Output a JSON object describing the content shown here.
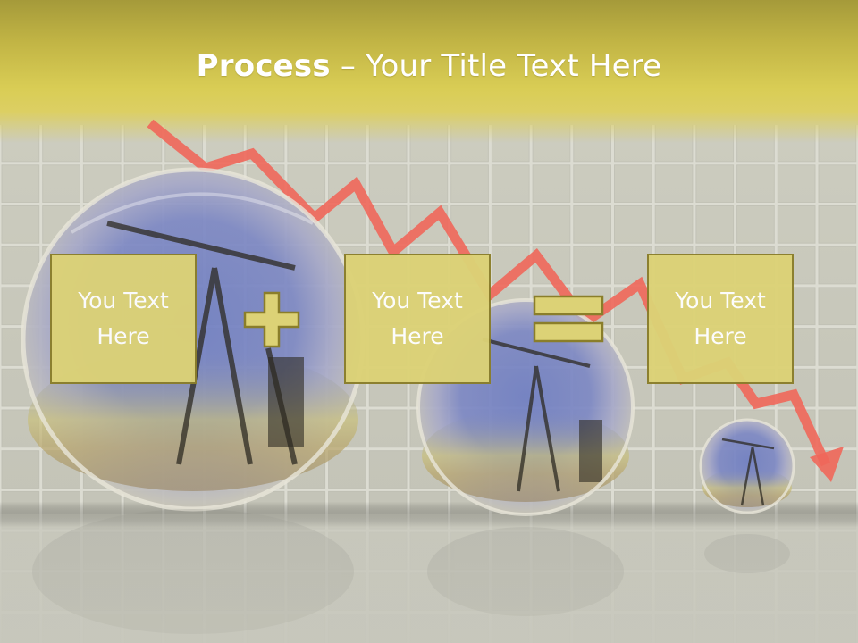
{
  "slide": {
    "title_bold": "Process",
    "title_dash": " – ",
    "title_rest": "Your Title Text Here",
    "boxes": [
      {
        "text": "You Text\nHere"
      },
      {
        "text": "You Text\nHere"
      },
      {
        "text": "You Text\nHere"
      }
    ],
    "operators": [
      "plus",
      "equals"
    ]
  },
  "colors": {
    "header_yellow": "#d9cd55",
    "box_fill": "#dcd276",
    "box_border": "#8a7e2a",
    "arrow_red": "#f0675a",
    "background_grey": "#c9c9bd"
  }
}
